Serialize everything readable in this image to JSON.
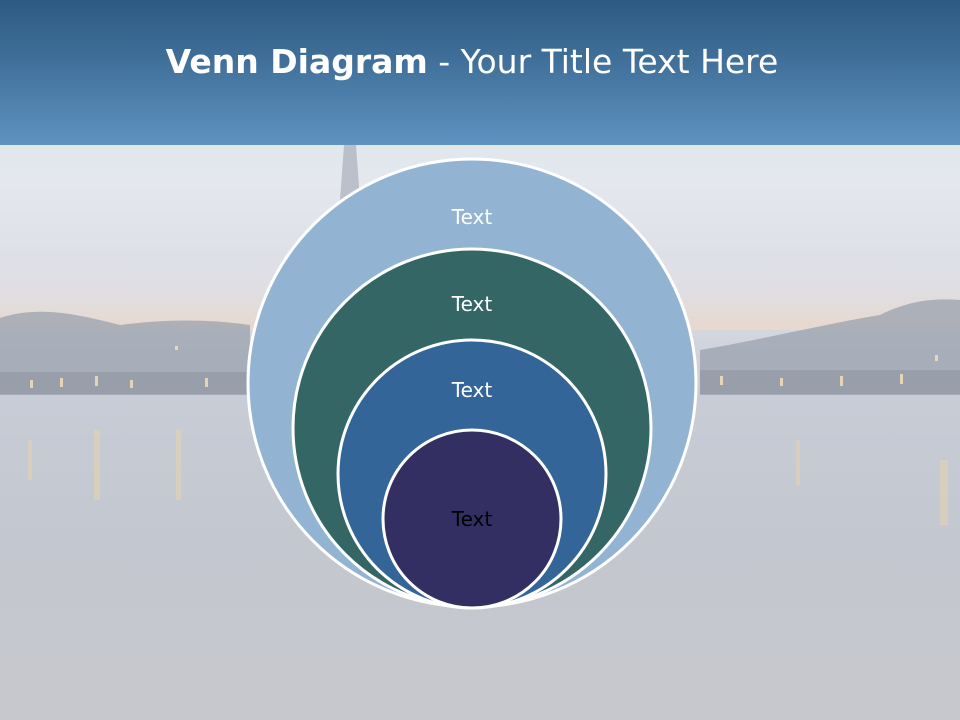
{
  "slide": {
    "title_bold": "Venn Diagram",
    "title_rest": " - Your Title Text Here"
  },
  "diagram": {
    "circles": [
      {
        "label": "Text",
        "fill": "#92b4d2",
        "text_color": "#ffffff"
      },
      {
        "label": "Text",
        "fill": "#336665",
        "text_color": "#ffffff"
      },
      {
        "label": "Text",
        "fill": "#336598",
        "text_color": "#ffffff"
      },
      {
        "label": "Text",
        "fill": "#332f62",
        "text_color": "#000000"
      }
    ]
  },
  "colors": {
    "header": "#3f6f99",
    "circle_border": "#ffffff"
  }
}
